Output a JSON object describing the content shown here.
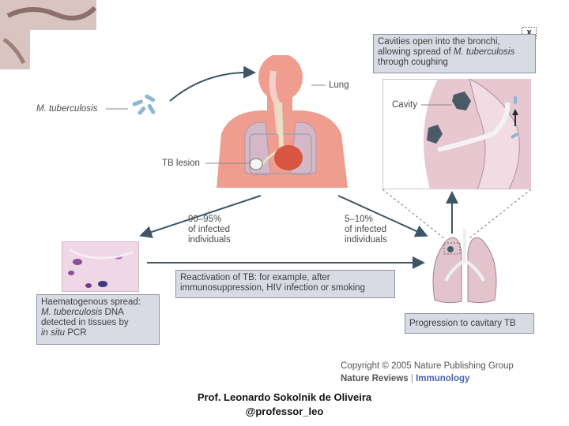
{
  "labels": {
    "bacteria": "M. tuberculosis",
    "lung": "Lung",
    "tb_lesion": "TB lesion",
    "cavity": "Cavity",
    "left_percent": "90–95%",
    "left_rest": "of infected individuals",
    "right_percent": "5–10%",
    "right_rest": "of infected individuals"
  },
  "boxes": {
    "cavities": {
      "line1": "Cavities open into the bronchi,",
      "line2_a": "allowing spread of ",
      "line2_b": "M. tuberculosis",
      "line3": "through coughing"
    },
    "reactivation": {
      "line1": "Reactivation of TB: for example, after",
      "line2": "immunosuppression, HIV infection or smoking"
    },
    "haematogenous": {
      "line1": "Haematogenous spread:",
      "line2_a": "M. tuberculosis",
      "line2_b": " DNA",
      "line3": "detected in tissues by",
      "line4_a": "in situ",
      "line4_b": " PCR"
    },
    "progression": "Progression to cavitary TB"
  },
  "footer": {
    "copyright": "Copyright © 2005 Nature Publishing Group",
    "journal_a": "Nature Reviews",
    "journal_sep": "|",
    "journal_b": "Immunology",
    "credit_name": "Prof. Leonardo Sokolnik de Oliveira",
    "credit_handle": "@professor_leo"
  },
  "close_symbol": "x",
  "colors": {
    "skin": "#ef9d8e",
    "lung": "#d4b8c8",
    "box_fill": "#d9dbe4",
    "arrow": "#3d5564",
    "bacteria": "#8cb8d4"
  }
}
